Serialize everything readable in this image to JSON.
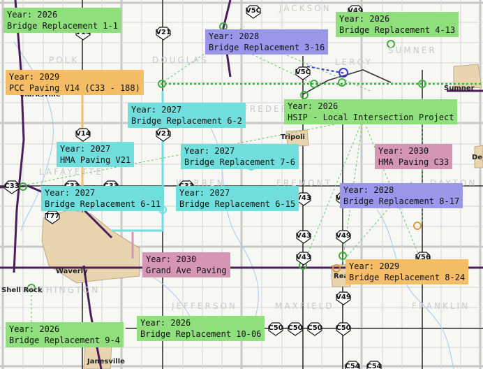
{
  "places": [
    "POLK",
    "DOUGLAS",
    "FREDERICKSBURG",
    "SUMNER",
    "LAFAYETTE",
    "WARREN",
    "FREMONT",
    "DAYTON",
    "WASHINGTON",
    "JEFFERSON",
    "MAXFIELD",
    "FRANKLIN",
    "JACKSON",
    "LEROY"
  ],
  "cities": [
    "Sumner",
    "Tripoli",
    "Waverly",
    "Readlyn",
    "Denver",
    "Shell Rock",
    "Clarksville",
    "Janesville"
  ],
  "shields": [
    "V5C",
    "V49",
    "V14",
    "V21",
    "V5C",
    "V14",
    "V21",
    "C33",
    "C33",
    "C33",
    "C33",
    "T77",
    "V43",
    "V49",
    "V56",
    "V43",
    "V49",
    "V56",
    "V43",
    "V49",
    "C50",
    "C50",
    "C50",
    "C50",
    "C54",
    "C54"
  ],
  "projects": [
    {
      "year": "Year: 2026",
      "name": "Bridge Replacement 1-1",
      "color": "green"
    },
    {
      "year": "Year: 2028",
      "name": "Bridge Replacement 3-16",
      "color": "blue"
    },
    {
      "year": "Year: 2026",
      "name": "Bridge Replacement 4-13",
      "color": "green"
    },
    {
      "year": "Year: 2029",
      "name": "PCC Paving V14 (C33 - 188)",
      "color": "orange"
    },
    {
      "year": "Year: 2027",
      "name": "Bridge Replacement 6-2",
      "color": "cyan"
    },
    {
      "year": "Year: 2026",
      "name": "HSIP - Local Intersection Project",
      "color": "green"
    },
    {
      "year": "Year: 2027",
      "name": "HMA Paving V21",
      "color": "cyan"
    },
    {
      "year": "Year: 2027",
      "name": "Bridge Replacement 7-6",
      "color": "cyan"
    },
    {
      "year": "Year: 2030",
      "name": "HMA Paving C33",
      "color": "pink"
    },
    {
      "year": "Year: 2027",
      "name": "Bridge Replacement 6-11",
      "color": "cyan"
    },
    {
      "year": "Year: 2027",
      "name": "Bridge Replacement 6-15",
      "color": "cyan"
    },
    {
      "year": "Year: 2028",
      "name": "Bridge Replacement 8-17",
      "color": "blue"
    },
    {
      "year": "Year: 2030",
      "name": "Grand Ave Paving",
      "color": "pink"
    },
    {
      "year": "Year: 2029",
      "name": "Bridge Replacement 8-24",
      "color": "orange"
    },
    {
      "year": "Year: 2026",
      "name": "Bridge Replacement 9-4",
      "color": "green"
    },
    {
      "year": "Year: 2026",
      "name": "Bridge Replacement 10-06",
      "color": "green"
    }
  ],
  "colors": {
    "green": "#8fe07c",
    "blue": "#9a97ea",
    "orange": "#f5bd66",
    "cyan": "#6fdedd",
    "pink": "#d496b4",
    "highway": "#4b1e5a",
    "urban": "#e8d5b0"
  }
}
